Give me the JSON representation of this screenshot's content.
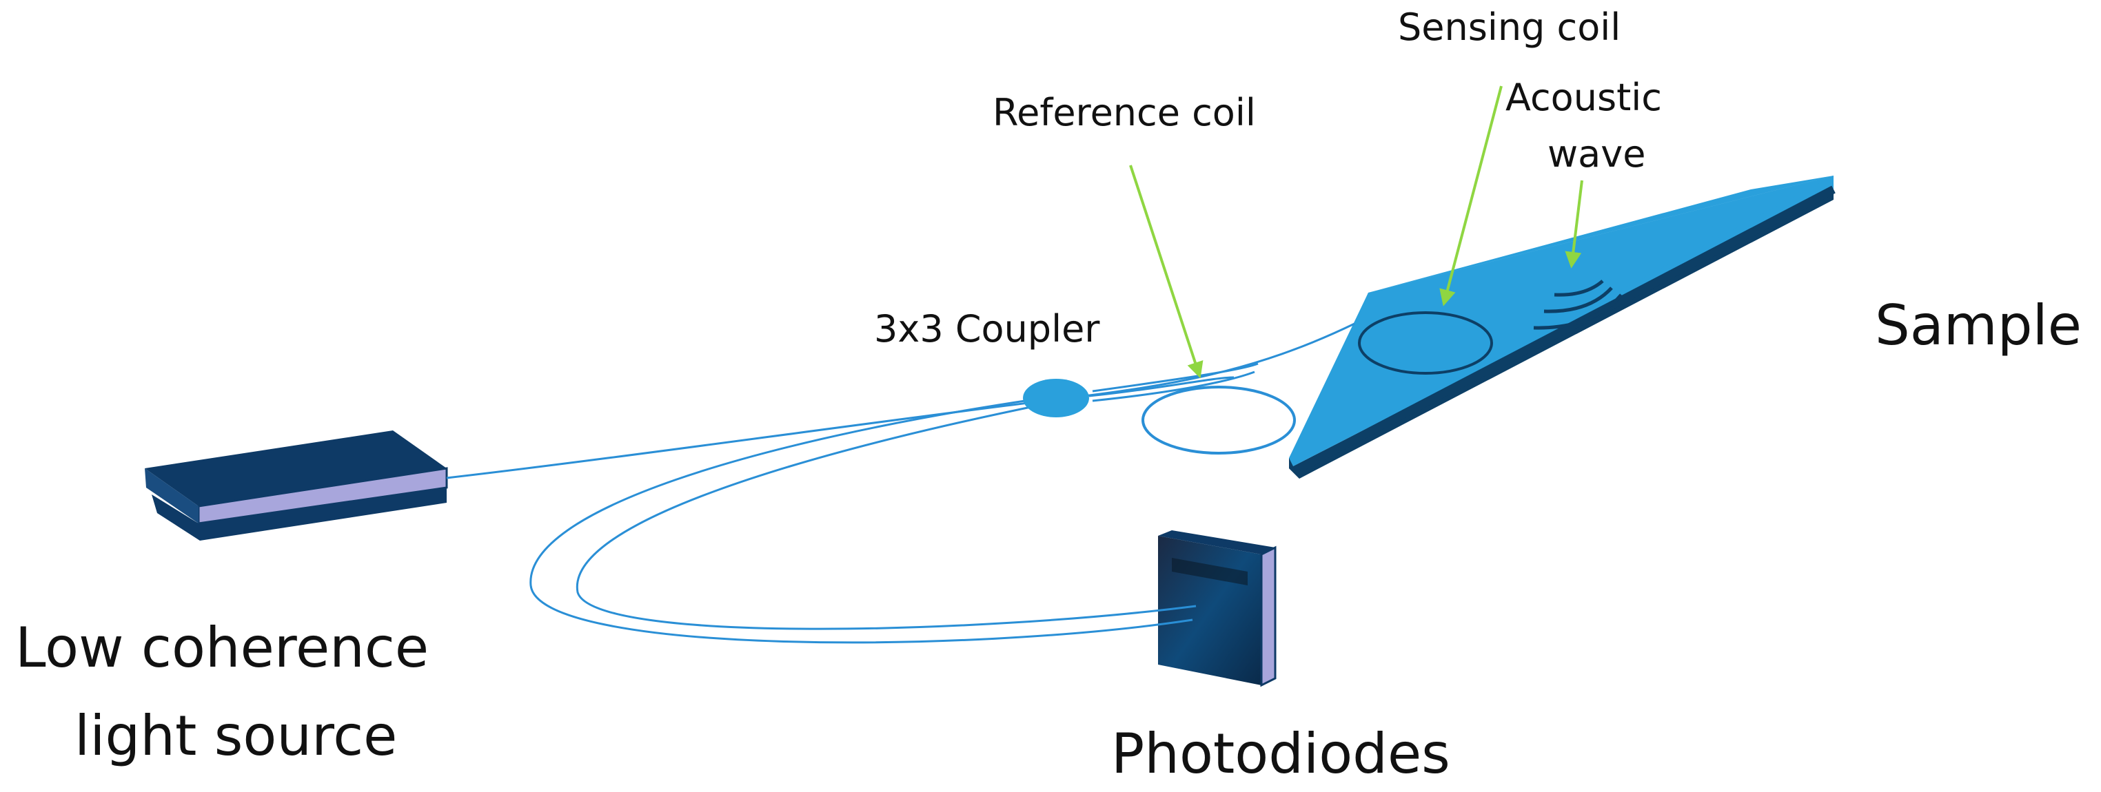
{
  "labels": {
    "sensing_coil": "Sensing coil",
    "acoustic_wave_line1": "Acoustic",
    "acoustic_wave_line2": "wave",
    "reference_coil": "Reference coil",
    "coupler": "3x3 Coupler",
    "sample": "Sample",
    "light_source_line1": "Low coherence",
    "light_source_line2": "light source",
    "photodiodes": "Photodiodes"
  },
  "colors": {
    "fiber": "#2a8fd6",
    "sample_top": "#2aa0dc",
    "sample_edge": "#0d3f66",
    "device_dark": "#0e3a66",
    "device_side": "#a8a6dc",
    "arrow": "#8fd642"
  }
}
